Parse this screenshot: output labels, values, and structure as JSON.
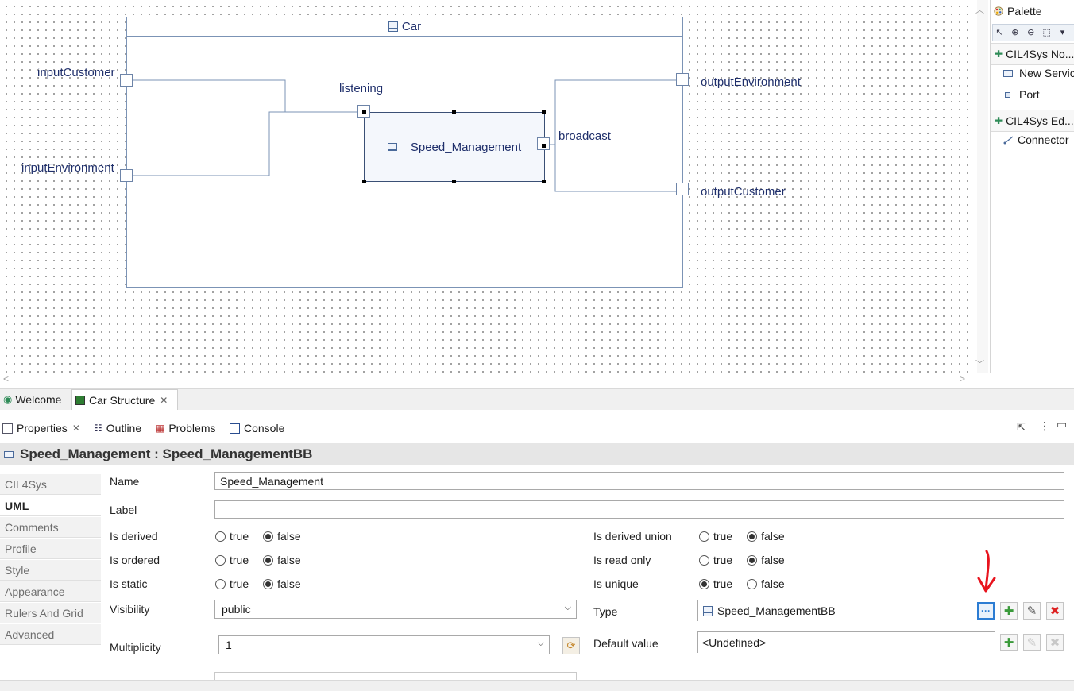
{
  "diagram": {
    "block_title": "Car",
    "part_label": "Speed_Management",
    "ports": {
      "input_customer": "inputCustomer",
      "input_environment": "inputEnvironment",
      "listening": "listening",
      "broadcast": "broadcast",
      "output_environment": "outputEnvironment",
      "output_customer": "outputCustomer"
    }
  },
  "palette": {
    "title": "Palette",
    "drawers": [
      {
        "label": "CIL4Sys No...",
        "entries": [
          "New Servic",
          "Port"
        ]
      },
      {
        "label": "CIL4Sys Ed...",
        "entries": [
          "Connector"
        ]
      }
    ]
  },
  "editor_tabs": [
    {
      "label": "Welcome"
    },
    {
      "label": "Car Structure"
    }
  ],
  "view_tabs": [
    {
      "label": "Properties"
    },
    {
      "label": "Outline"
    },
    {
      "label": "Problems"
    },
    {
      "label": "Console"
    }
  ],
  "properties": {
    "title": "Speed_Management : Speed_ManagementBB",
    "side_tabs": [
      "CIL4Sys",
      "UML",
      "Comments",
      "Profile",
      "Style",
      "Appearance",
      "Rulers And Grid",
      "Advanced"
    ],
    "active_tab": "UML",
    "fields": {
      "name_label": "Name",
      "name_value": "Speed_Management",
      "label_label": "Label",
      "label_value": "",
      "is_derived": {
        "label": "Is derived",
        "value": "false"
      },
      "is_ordered": {
        "label": "Is ordered",
        "value": "false"
      },
      "is_static": {
        "label": "Is static",
        "value": "false"
      },
      "is_derived_union": {
        "label": "Is derived union",
        "value": "false"
      },
      "is_read_only": {
        "label": "Is read only",
        "value": "false"
      },
      "is_unique": {
        "label": "Is unique",
        "value": "true"
      },
      "true_text": "true",
      "false_text": "false",
      "visibility_label": "Visibility",
      "visibility_value": "public",
      "type_label": "Type",
      "type_value": "Speed_ManagementBB",
      "multiplicity_label": "Multiplicity",
      "multiplicity_value": "1",
      "default_value_label": "Default value",
      "default_value": "<Undefined>",
      "ellipsis": "···"
    }
  },
  "colors": {
    "annotation_arrow": "#e8141e",
    "diagram_stroke": "#7b93b5",
    "diagram_text": "#1f2f6b"
  }
}
